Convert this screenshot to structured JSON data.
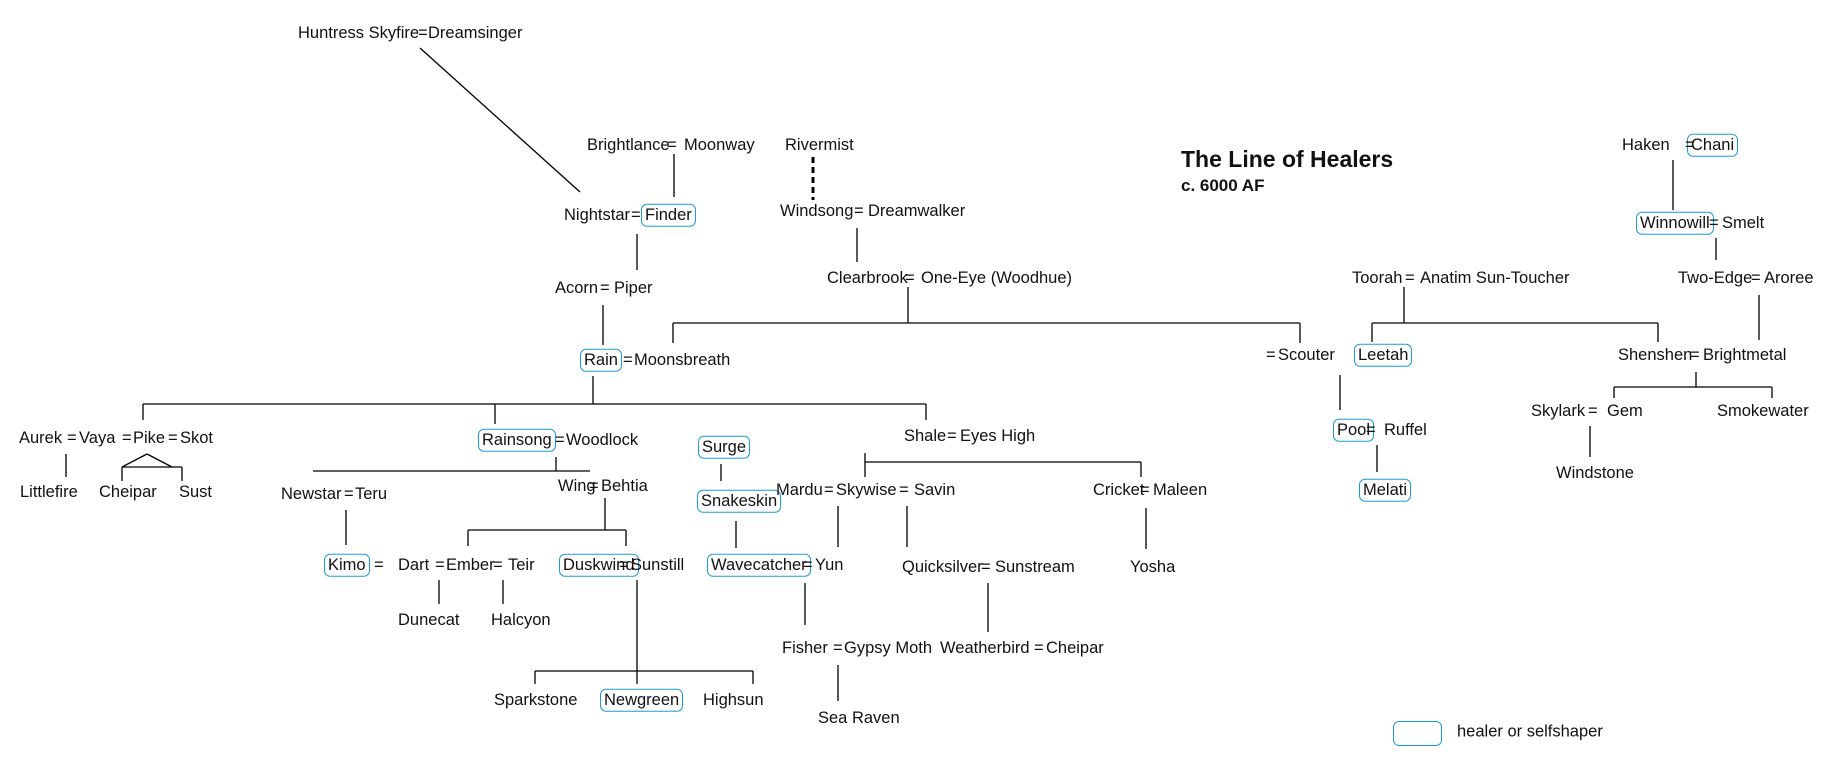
{
  "title": "The Line of Healers",
  "subtitle": "c. 6000 AF",
  "legend": {
    "label": "healer or selfshaper"
  },
  "people": {
    "huntress_skyfire": "Huntress Skyfire",
    "dreamsinger": "Dreamsinger",
    "brightlance": "Brightlance",
    "moonway": "Moonway",
    "rivermist": "Rivermist",
    "nightstar": "Nightstar",
    "finder": "Finder",
    "windsong": "Windsong",
    "dreamwalker": "Dreamwalker",
    "acorn": "Acorn",
    "piper": "Piper",
    "clearbrook": "Clearbrook",
    "one_eye": "One-Eye (Woodhue)",
    "rain": "Rain",
    "moonsbreath": "Moonsbreath",
    "aurek": "Aurek",
    "vaya": "Vaya",
    "pike": "Pike",
    "skot": "Skot",
    "littlefire": "Littlefire",
    "cheipar": "Cheipar",
    "sust": "Sust",
    "rainsong": "Rainsong",
    "woodlock": "Woodlock",
    "newstar": "Newstar",
    "teru": "Teru",
    "wing": "Wing",
    "behtia": "Behtia",
    "kimo": "Kimo",
    "dart": "Dart",
    "ember": "Ember",
    "teir": "Teir",
    "duskwind": "Duskwind",
    "sunstill": "Sunstill",
    "dunecat": "Dunecat",
    "halcyon": "Halcyon",
    "sparkstone": "Sparkstone",
    "newgreen": "Newgreen",
    "highsun": "Highsun",
    "surge": "Surge",
    "snakeskin": "Snakeskin",
    "wavecatcher": "Wavecatcher",
    "yun": "Yun",
    "fisher": "Fisher",
    "gypsy_moth": "Gypsy Moth",
    "sea_raven": "Sea Raven",
    "shale": "Shale",
    "eyes_high": "Eyes High",
    "mardu": "Mardu",
    "skywise": "Skywise",
    "savin": "Savin",
    "quicksilver": "Quicksilver",
    "sunstream": "Sunstream",
    "weatherbird": "Weatherbird",
    "cheipar2": "Cheipar",
    "cricket": "Cricket",
    "maleen": "Maleen",
    "yosha": "Yosha",
    "toorah": "Toorah",
    "anatim": "Anatim Sun-Toucher",
    "scouter": "Scouter",
    "leetah": "Leetah",
    "pool": "Pool",
    "ruffel": "Ruffel",
    "melati": "Melati",
    "haken": "Haken",
    "chani": "Chani",
    "winnowill": "Winnowill",
    "smelt": "Smelt",
    "two_edge": "Two-Edge",
    "aroree": "Aroree",
    "shenshen": "Shenshen",
    "brightmetal": "Brightmetal",
    "skylark": "Skylark",
    "gem": "Gem",
    "smokewater": "Smokewater",
    "windstone": "Windstone"
  },
  "healers": [
    "finder",
    "rain",
    "rainsong",
    "kimo",
    "duskwind",
    "newgreen",
    "surge",
    "snakeskin",
    "wavecatcher",
    "leetah",
    "pool",
    "melati",
    "chani",
    "winnowill"
  ],
  "colors": {
    "healer_outline": "#1e9bd7",
    "line": "#000000"
  }
}
